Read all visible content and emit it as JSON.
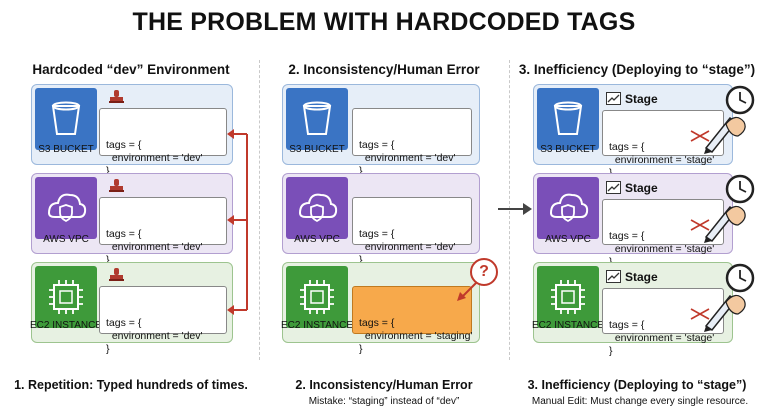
{
  "title": "THE PROBLEM WITH HARDCODED TAGS",
  "columns": [
    {
      "heading": "Hardcoded “dev” Environment",
      "footer": "1. Repetition: Typed hundreds of times.",
      "subfooter": "",
      "services": [
        {
          "label": "S3 BUCKET",
          "icon": "bucket-icon",
          "code": [
            "tags = {",
            "  environment = 'dev'",
            "}"
          ]
        },
        {
          "label": "AWS VPC",
          "icon": "cloud-shield-icon",
          "code": [
            "tags = {",
            "  environment = 'dev'",
            "}"
          ]
        },
        {
          "label": "EC2 INSTANCE",
          "icon": "chip-icon",
          "code": [
            "tags = {",
            "  environment = 'dev'",
            "}"
          ]
        }
      ]
    },
    {
      "heading": "2. Inconsistency/Human Error",
      "footer": "2. Inconsistency/Human Error",
      "subfooter": "Mistake: “staging” instead of “dev”",
      "services": [
        {
          "label": "S3 BUCKET",
          "icon": "bucket-icon",
          "code": [
            "tags = {",
            "  environment = 'dev'",
            "}"
          ]
        },
        {
          "label": "AWS VPC",
          "icon": "cloud-shield-icon",
          "code": [
            "tags = {",
            "  environment = 'dev'",
            "}"
          ]
        },
        {
          "label": "EC2 INSTANCE",
          "icon": "chip-icon",
          "code": [
            "tags = {",
            "  environment = 'staging'",
            "}"
          ]
        }
      ]
    },
    {
      "heading": "3. Inefficiency (Deploying to “stage”)",
      "footer": "3. Inefficiency (Deploying to “stage”)",
      "subfooter": "Manual Edit: Must change every single resource.",
      "stage_label": "Stage",
      "services": [
        {
          "label": "S3 BUCKET",
          "icon": "bucket-icon",
          "code": [
            "tags = {",
            "  environment = 'stage'",
            "}"
          ]
        },
        {
          "label": "AWS VPC",
          "icon": "cloud-shield-icon",
          "code": [
            "tags = {",
            "  environment = 'stage'",
            "}"
          ]
        },
        {
          "label": "EC2 INSTANCE",
          "icon": "chip-icon",
          "code": [
            "tags = {",
            "  environment = 'stage'",
            "}"
          ]
        }
      ]
    }
  ],
  "question_mark": "?",
  "colors": {
    "s3": "#3a74c4",
    "vpc": "#7a4fb8",
    "ec2": "#3e9a3a",
    "arrow_red": "#c0392b",
    "highlight": "#f7a94b"
  }
}
